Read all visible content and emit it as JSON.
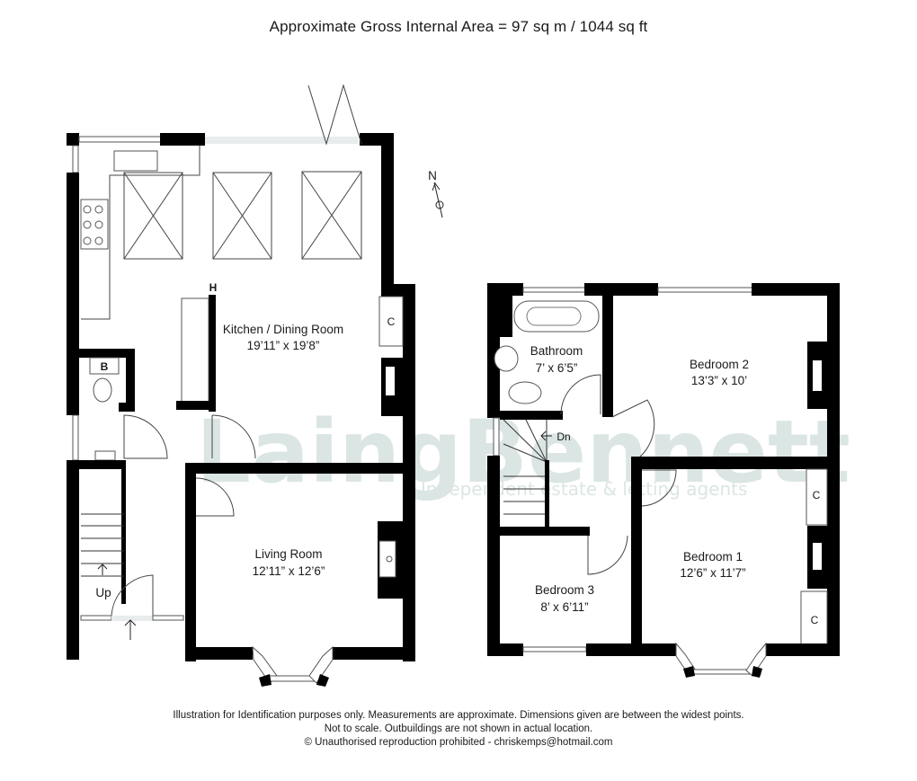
{
  "header": {
    "title": "Approximate Gross Internal Area  =  97 sq m / 1044 sq ft"
  },
  "watermark": {
    "brand": "LaingBennett",
    "tagline": "Independent estate & letting agents",
    "color": "#dbe6e4"
  },
  "compass": {
    "label": "N"
  },
  "ground_floor": {
    "rooms": [
      {
        "name": "Kitchen / Dining Room",
        "dims": "19’11” x 19’8”"
      },
      {
        "name": "Living Room",
        "dims": "12’11” x 12’6”"
      }
    ],
    "markers": {
      "boiler": "B",
      "cupboard": "C",
      "heater": "H",
      "stairs": "Up"
    }
  },
  "first_floor": {
    "rooms": [
      {
        "name": "Bathroom",
        "dims": "7’ x 6’5”"
      },
      {
        "name": "Bedroom 2",
        "dims": "13’3” x 10’"
      },
      {
        "name": "Bedroom 1",
        "dims": "12’6” x 11’7”"
      },
      {
        "name": "Bedroom 3",
        "dims": "8’ x 6’11”"
      }
    ],
    "markers": {
      "cupboard_1": "C",
      "cupboard_2": "C",
      "stairs": "Dn"
    }
  },
  "footer": {
    "line1": "Illustration for Identification purposes only.  Measurements are approximate. Dimensions given are between the widest points.",
    "line2": "Not to scale.  Outbuildings are not shown in actual location.",
    "line3": "© Unauthorised reproduction prohibited  -  chriskemps@hotmail.com"
  }
}
